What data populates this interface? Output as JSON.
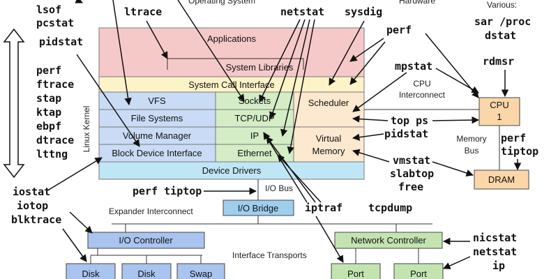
{
  "header": {
    "top_partial_left": "Operating System",
    "top_partial_right": "Hardware",
    "various_label": "Various:"
  },
  "os_layers": {
    "applications": "Applications",
    "system_libraries": "System Libraries",
    "system_call_interface": "System Call Interface",
    "vfs": "VFS",
    "file_systems": "File Systems",
    "volume_manager": "Volume Manager",
    "block_device_interface": "Block Device Interface",
    "sockets": "Sockets",
    "tcp_udp": "TCP/UDP",
    "ip": "IP",
    "ethernet": "Ethernet",
    "scheduler": "Scheduler",
    "virtual_memory_line1": "Virtual",
    "virtual_memory_line2": "Memory",
    "device_drivers": "Device Drivers",
    "linux_kernel": "Linux Kernel"
  },
  "hardware": {
    "cpu_line1": "CPU",
    "cpu_line2": "1",
    "dram": "DRAM",
    "cpu_interconnect_line1": "CPU",
    "cpu_interconnect_line2": "Interconnect",
    "memory_bus_line1": "Memory",
    "memory_bus_line2": "Bus",
    "io_bus": "I/O Bus",
    "io_bridge": "I/O Bridge",
    "expander_interconnect": "Expander Interconnect",
    "io_controller": "I/O Controller",
    "network_controller": "Network Controller",
    "interface_transports": "Interface Transports",
    "disk_1": "Disk",
    "disk_2": "Disk",
    "swap": "Swap",
    "port_1": "Port",
    "port_2": "Port"
  },
  "tools": {
    "lsof": "lsof",
    "pcstat": "pcstat",
    "ltrace": "ltrace",
    "netstat_top": "netstat",
    "sysdig": "sysdig",
    "pidstat_left": "pidstat",
    "perf_left": "perf",
    "ftrace": "ftrace",
    "stap": "stap",
    "ktap": "ktap",
    "ebpf": "ebpf",
    "dtrace": "dtrace",
    "lttng": "lttng",
    "perf_top": "perf",
    "mpstat": "mpstat",
    "sar_proc": "sar /proc",
    "dstat": "dstat",
    "rdmsr": "rdmsr",
    "top_ps": "top ps",
    "pidstat_right": "pidstat",
    "perf_tiptop_right_1": "perf",
    "perf_tiptop_right_2": "tiptop",
    "vmstat": "vmstat",
    "slabtop": "slabtop",
    "free": "free",
    "perf_tiptop_bottom": "perf tiptop",
    "iostat": "iostat",
    "iotop": "iotop",
    "blktrace": "blktrace",
    "iptraf": "iptraf",
    "tcpdump": "tcpdump",
    "nicstat": "nicstat",
    "netstat_bottom": "netstat",
    "ip": "ip"
  },
  "colors": {
    "applications": "#f6c9c9",
    "system_call_interface": "#fdf3c8",
    "filesystem_stack": "#c9dbf5",
    "network_stack": "#d4edc6",
    "scheduler_vm": "#fce9cf",
    "device_drivers": "#bfe6f5",
    "cpu_dram": "#fbd6a8",
    "controllers_blue": "#a9c4ee",
    "controllers_green": "#c3e4b0",
    "io_bridge": "#9fcdee"
  }
}
